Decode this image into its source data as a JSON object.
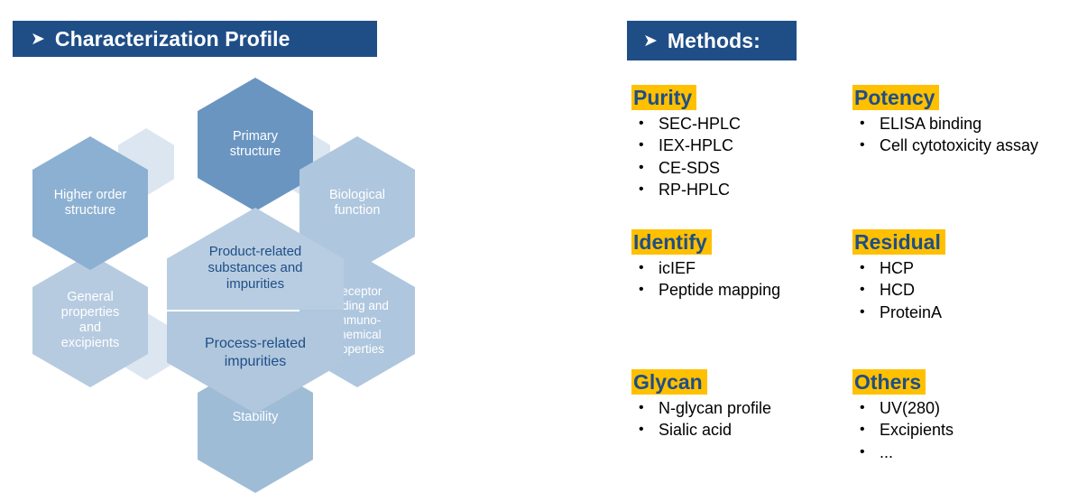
{
  "left_panel": {
    "title_bar": {
      "arrow_icon": "arrow-right-icon",
      "label": "Characterization Profile"
    },
    "diagram": {
      "outer_hexagons": [
        {
          "label": "Primary structure",
          "color": "#6a95c1"
        },
        {
          "label": "Biological function",
          "color": "#aec6de"
        },
        {
          "label": "Receptor binding and immuno-chemical properties",
          "color": "#aec6de"
        },
        {
          "label": "Stability",
          "color": "#9fbcd7"
        },
        {
          "label": "General properties and excipients",
          "color": "#b6cbe0"
        },
        {
          "label": "Higher order structure",
          "color": "#8cb0d2"
        }
      ],
      "hex_top": {
        "line1": "Primary",
        "line2": "structure"
      },
      "hex_right_top": {
        "line1": "Biological",
        "line2": "function"
      },
      "hex_right_bottom": {
        "line1": "Receptor",
        "line2": "binding and",
        "line3": "immuno-",
        "line4": "chemical",
        "line5": "properties"
      },
      "hex_bottom": {
        "line1": "Stability"
      },
      "hex_left_bottom": {
        "line1": "General",
        "line2": "properties",
        "line3": "and",
        "line4": "excipients"
      },
      "hex_left_top": {
        "line1": "Higher order",
        "line2": "structure"
      },
      "center_top": {
        "line1": "Product-related",
        "line2": "substances and",
        "line3": "impurities"
      },
      "center_bottom": {
        "line1": "Process-related",
        "line2": "impurities"
      }
    }
  },
  "right_panel": {
    "title_bar": {
      "arrow_icon": "arrow-right-icon",
      "label": "Methods:"
    },
    "groups": [
      {
        "title": "Purity",
        "items": [
          "SEC-HPLC",
          "IEX-HPLC",
          "CE-SDS",
          "RP-HPLC"
        ]
      },
      {
        "title": "Potency",
        "items": [
          "ELISA binding",
          "Cell cytotoxicity assay"
        ]
      },
      {
        "title": "Identify",
        "items": [
          "icIEF",
          "Peptide mapping"
        ]
      },
      {
        "title": "Residual",
        "items": [
          "HCP",
          "HCD",
          "ProteinA"
        ]
      },
      {
        "title": "Glycan",
        "items": [
          "N-glycan profile",
          "Sialic acid"
        ]
      },
      {
        "title": "Others",
        "items": [
          "UV(280)",
          "Excipients",
          "..."
        ]
      }
    ],
    "bullet_glyph": "•"
  },
  "colors": {
    "title_bar_blue": "#1F4E87",
    "highlight_yellow": "#FFC000",
    "heading_blue": "#1F4E87",
    "hex_dark": "#6a95c1",
    "hex_mid": "#8cb0d2",
    "hex_light": "#aec6de",
    "hex_connector": "#dce6f1"
  }
}
